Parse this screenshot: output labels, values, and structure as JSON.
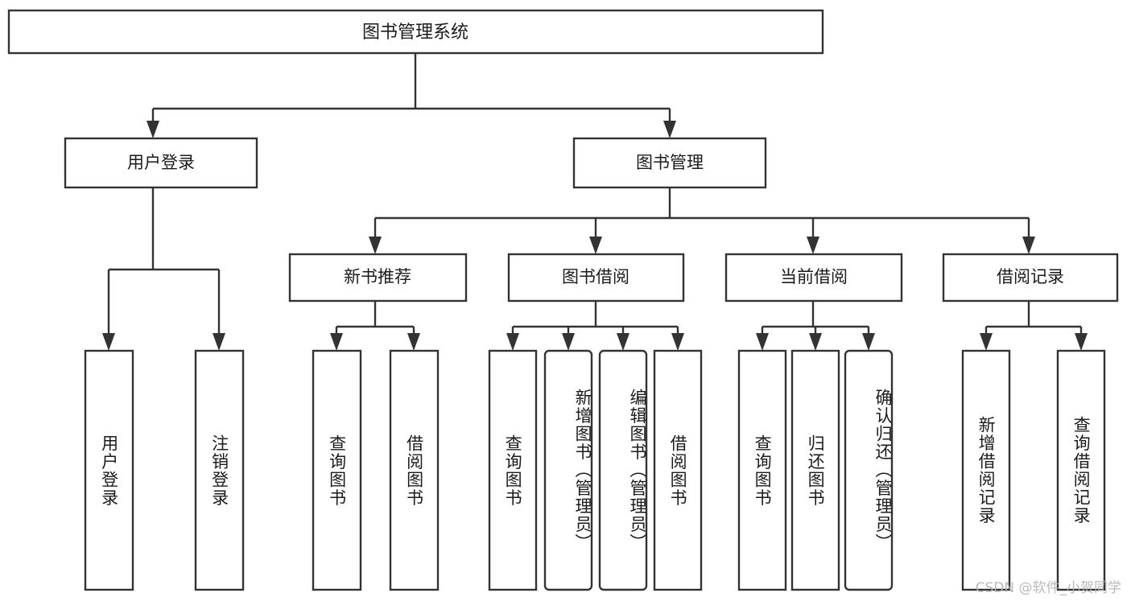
{
  "diagram": {
    "title": "图书管理系统",
    "type": "tree",
    "watermark": "CSDN @软件_小贺同学",
    "colors": {
      "box_stroke": "#333333",
      "box_fill": "#ffffff",
      "connector": "#333333",
      "text": "#1b1b1b",
      "background": "#ffffff",
      "watermark": "#b4b4b4"
    },
    "root": {
      "id": "root",
      "label": "图书管理系统"
    },
    "level2": [
      {
        "id": "user-login",
        "label": "用户登录"
      },
      {
        "id": "book-manage",
        "label": "图书管理"
      }
    ],
    "level3": [
      {
        "id": "new-book-recommend",
        "label": "新书推荐"
      },
      {
        "id": "book-borrow",
        "label": "图书借阅"
      },
      {
        "id": "current-borrow",
        "label": "当前借阅"
      },
      {
        "id": "borrow-record",
        "label": "借阅记录"
      }
    ],
    "leaves": {
      "user-login": [
        {
          "id": "leaf-user-login",
          "label": "用户登录",
          "rounded": false
        },
        {
          "id": "leaf-logout",
          "label": "注销登录",
          "rounded": false
        }
      ],
      "new-book-recommend": [
        {
          "id": "leaf-query-book-1",
          "label": "查询图书",
          "rounded": false
        },
        {
          "id": "leaf-borrow-book-1",
          "label": "借阅图书",
          "rounded": false
        }
      ],
      "book-borrow": [
        {
          "id": "leaf-query-book-2",
          "label": "查询图书",
          "rounded": false
        },
        {
          "id": "leaf-add-book",
          "label": "新增图书（管理员）",
          "rounded": true
        },
        {
          "id": "leaf-edit-book",
          "label": "编辑图书（管理员）",
          "rounded": true
        },
        {
          "id": "leaf-borrow-book-2",
          "label": "借阅图书",
          "rounded": false
        }
      ],
      "current-borrow": [
        {
          "id": "leaf-query-book-3",
          "label": "查询图书",
          "rounded": false
        },
        {
          "id": "leaf-return-book",
          "label": "归还图书",
          "rounded": false
        },
        {
          "id": "leaf-confirm-return",
          "label": "确认归还（管理员）",
          "rounded": true
        }
      ],
      "borrow-record": [
        {
          "id": "leaf-add-record",
          "label": "新增借阅记录",
          "rounded": false
        },
        {
          "id": "leaf-query-record",
          "label": "查询借阅记录",
          "rounded": false
        }
      ]
    }
  }
}
